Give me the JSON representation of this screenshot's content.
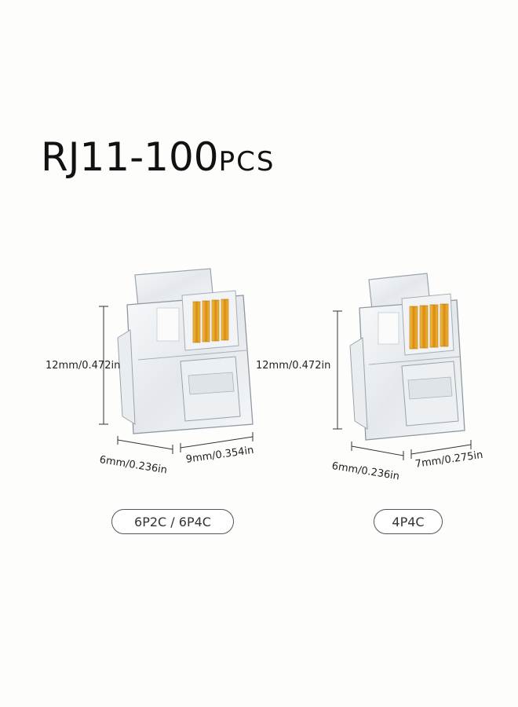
{
  "title": {
    "main": "RJ11-100",
    "suffix": "PCS"
  },
  "left_plug": {
    "height_dim": "12mm/0.472in",
    "width_dim": "6mm/0.236in",
    "depth_dim": "9mm/0.354in",
    "label": "6P2C / 6P4C",
    "contact_color": "#e3a21a"
  },
  "right_plug": {
    "height_dim": "12mm/0.472in",
    "width_dim": "6mm/0.236in",
    "depth_dim": "7mm/0.275in",
    "label": "4P4C",
    "contact_color": "#e3a21a"
  }
}
